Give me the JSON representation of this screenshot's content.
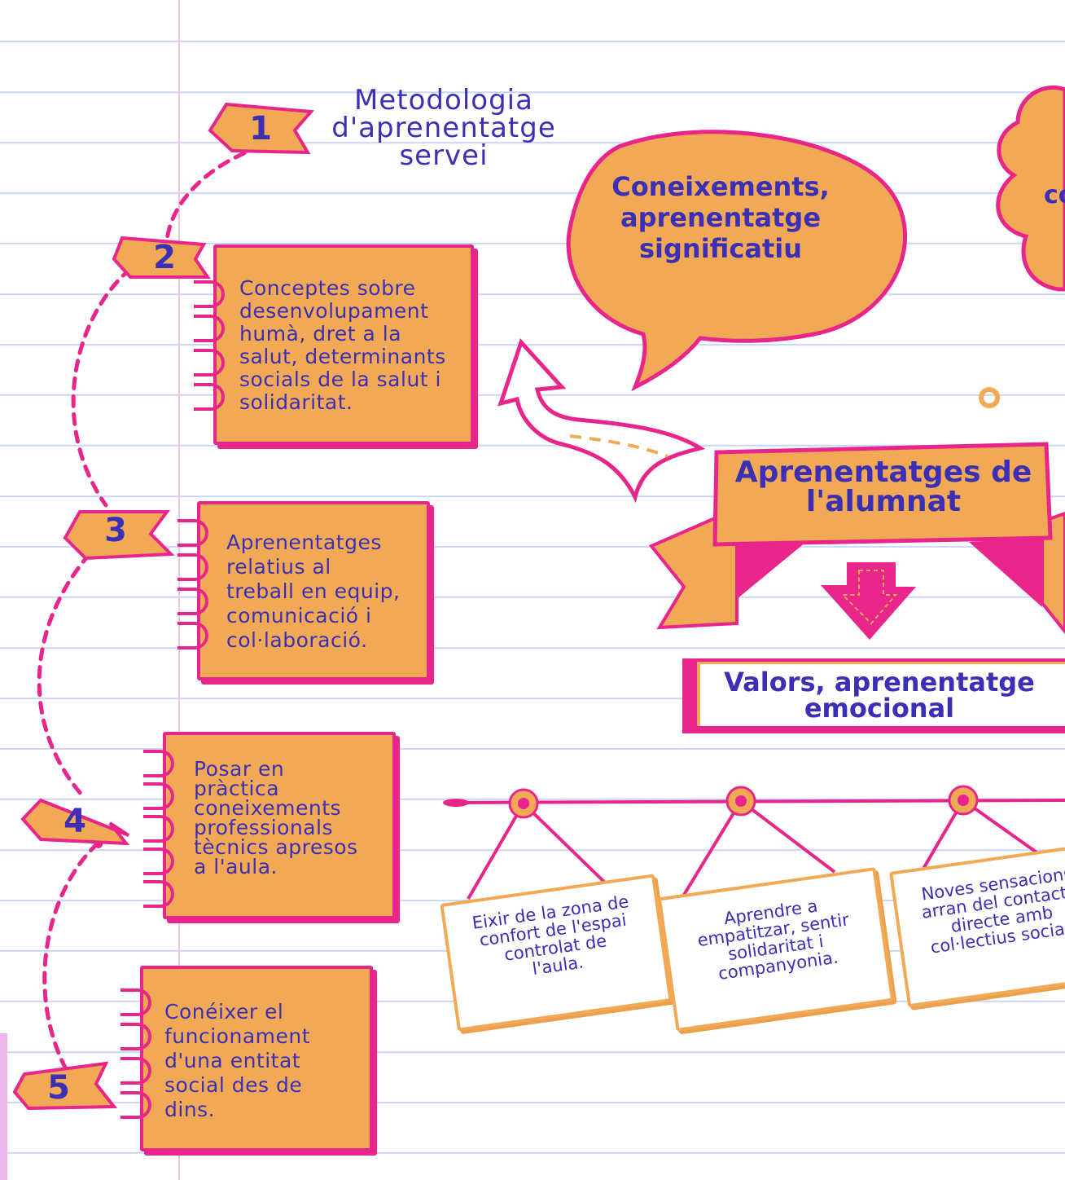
{
  "title": {
    "lines": [
      "Metodologia",
      "d'aprenentatge",
      "servei"
    ]
  },
  "steps": [
    {
      "number": "1"
    },
    {
      "number": "2",
      "text": "Conceptes sobre desenvolupament humà, dret a la salut, determinants socials de la salut i solidaritat."
    },
    {
      "number": "3",
      "text": "Aprenentatges relatius al treball en equip, comunicació i col·laboració."
    },
    {
      "number": "4",
      "text": "Posar en pràctica coneixements professionals tècnics apresos a l'aula."
    },
    {
      "number": "5",
      "text": "Conéixer el funcionament d'una entitat social des de dins."
    }
  ],
  "bubble": {
    "lines": [
      "Coneixements,",
      "aprenentatge",
      "significatiu"
    ]
  },
  "cloud_partial": "co",
  "banner": {
    "lines": [
      "Aprenentatges de",
      "l'alumnat"
    ]
  },
  "values_box": {
    "lines": [
      "Valors, aprenentatge",
      "emocional"
    ]
  },
  "hanging_signs": [
    {
      "lines": [
        "Eixir de la zona de",
        "confort de l'espai",
        "controlat de",
        "l'aula."
      ]
    },
    {
      "lines": [
        "Aprendre a",
        "empatitzar, sentir",
        "solidaritat i",
        "companyonia."
      ]
    },
    {
      "lines": [
        "Noves sensacions",
        "arran del contacte",
        "directe amb",
        "col·lectius socials"
      ]
    }
  ],
  "colors": {
    "orange": "#f2a955",
    "pink": "#e8258a",
    "blue": "#3b30b5",
    "line": "#c9d7f2"
  }
}
